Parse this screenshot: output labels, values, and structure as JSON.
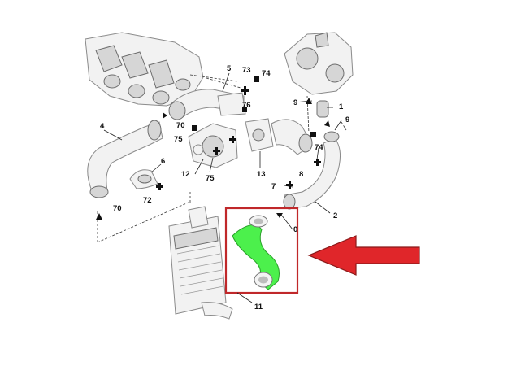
{
  "diagram": {
    "labels": {
      "l1": "1",
      "l2": "2",
      "l4": "4",
      "l5": "5",
      "l6": "6",
      "l7": "7",
      "l8": "8",
      "l9a": "9",
      "l9b": "9",
      "l11": "11",
      "l12": "12",
      "l13": "13",
      "l70a": "70",
      "l70b": "70",
      "l72": "72",
      "l73": "73",
      "l74a": "74",
      "l74b": "74",
      "l75a": "75",
      "l75b": "75",
      "l76": "76",
      "l0": "0"
    },
    "colors": {
      "highlight_hose": "#4cf04c",
      "highlight_box": "#c0282a",
      "arrow": "#e0262a",
      "arrow_outline": "#8a1a1a",
      "line_art": "#8a8a8a"
    },
    "icons": {
      "arrow": "left-pointing-arrow",
      "box": "rectangle-frame"
    }
  }
}
